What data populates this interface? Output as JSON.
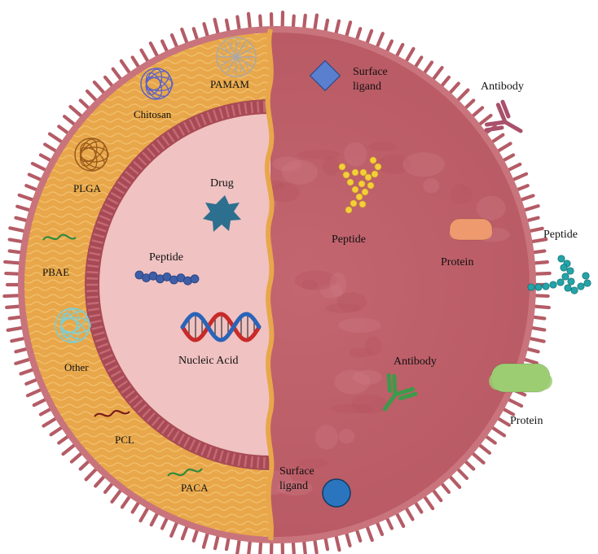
{
  "colors": {
    "spike": "#b45c66",
    "spike_dark": "#8a3d47",
    "outer_shell": "#c9747c",
    "core_surface": "#c0616b",
    "polymer_layer": "#e8a74a",
    "polymer_wave": "#f4c777",
    "inner_membrane": "#a84a55",
    "inner_core": "#f0c2c2",
    "drug": "#2d6f8e",
    "peptide_inner": "#3e5ea8",
    "dna_red": "#c82a2a",
    "dna_blue": "#2a64b8",
    "ligand_diamond": "#5b7fcf",
    "ligand_circle": "#2b75bf",
    "peptide_yellow": "#f3cf3a",
    "protein_orange": "#ef9a6e",
    "protein_green": "#9ccd72",
    "antibody_green": "#3d9a4a",
    "antibody_mauve": "#a9506a",
    "peptide_teal": "#22a4a8",
    "pamam": "#a9a9a9",
    "chitosan": "#5f63c2",
    "plga": "#9a5b1c",
    "pbae": "#2f8a3d",
    "other": "#79cfd8",
    "pcl": "#7a1a1a",
    "paca": "#2f8a3d"
  },
  "polymers": {
    "pamam": "PAMAM",
    "chitosan": "Chitosan",
    "plga": "PLGA",
    "pbae": "PBAE",
    "other": "Other",
    "pcl": "PCL",
    "paca": "PACA"
  },
  "core": {
    "drug": "Drug",
    "peptide": "Peptide",
    "nucleic_acid": "Nucleic Acid"
  },
  "surface": {
    "ligand_top_line1": "Surface",
    "ligand_top_line2": "ligand",
    "peptide": "Peptide",
    "protein": "Protein",
    "antibody": "Antibody",
    "ligand_bottom_line1": "Surface",
    "ligand_bottom_line2": "ligand"
  },
  "external": {
    "antibody": "Antibody",
    "peptide": "Peptide",
    "protein": "Protein"
  }
}
